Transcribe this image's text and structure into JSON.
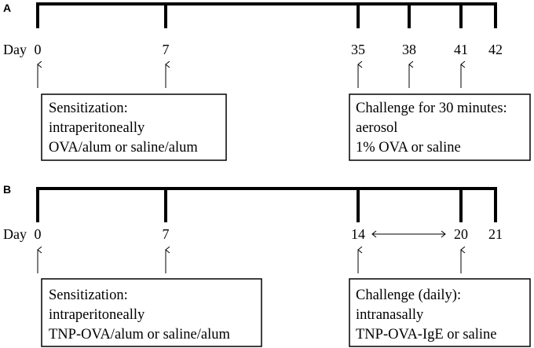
{
  "panels": [
    {
      "label": "A",
      "day_word": "Day",
      "ticks": [
        "0",
        "7",
        "35",
        "38",
        "41",
        "42"
      ],
      "box_left": [
        "Sensitization:",
        "intraperitoneally",
        "OVA/alum or saline/alum"
      ],
      "box_right": [
        "Challenge for 30 minutes:",
        "aerosol",
        "1% OVA or saline"
      ]
    },
    {
      "label": "B",
      "day_word": "Day",
      "ticks": [
        "0",
        "7",
        "14",
        "20",
        "21"
      ],
      "box_left": [
        "Sensitization:",
        "intraperitoneally",
        "TNP-OVA/alum or saline/alum"
      ],
      "box_right": [
        "Challenge (daily):",
        "intranasally",
        "TNP-OVA-IgE or saline"
      ]
    }
  ]
}
